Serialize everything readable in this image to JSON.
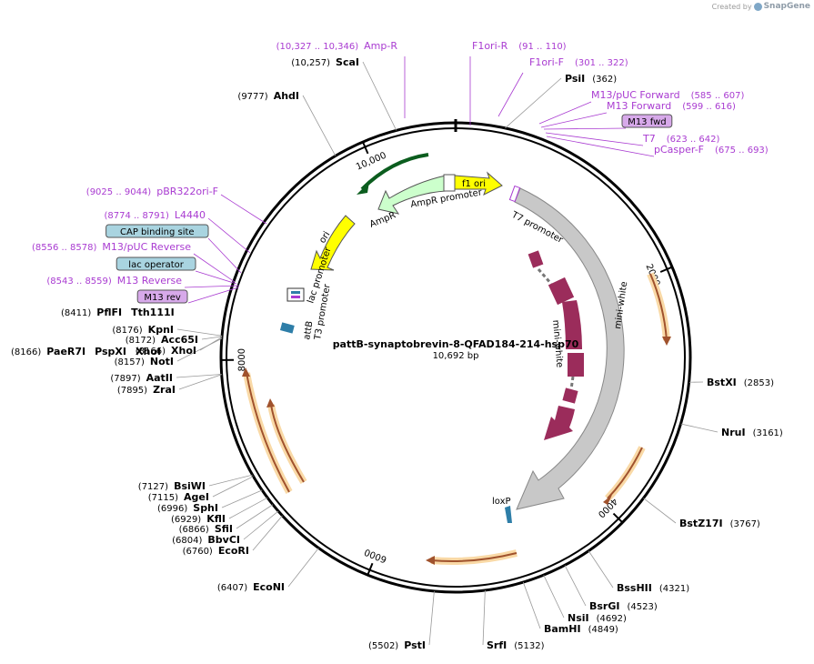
{
  "credit": {
    "prefix": "Created by",
    "brand": "SnapGene"
  },
  "map": {
    "name": "pattB-synaptobrevin-8-QFAD184-214-hsp70",
    "length_label": "10,692 bp",
    "length_bp": 10692
  },
  "ticks": [
    {
      "bp": 2000,
      "label": "2000"
    },
    {
      "bp": 4000,
      "label": "4000"
    },
    {
      "bp": 6000,
      "label": "6000"
    },
    {
      "bp": 8000,
      "label": "8000"
    },
    {
      "bp": 10000,
      "label": "10,000"
    }
  ],
  "sites_right": [
    {
      "name": "BstXI",
      "pos": "(2853)",
      "bp": 2853
    },
    {
      "name": "NruI",
      "pos": "(3161)",
      "bp": 3161
    },
    {
      "name": "BstZ17I",
      "pos": "(3767)",
      "bp": 3767
    },
    {
      "name": "BssHII",
      "pos": "(4321)",
      "bp": 4321
    },
    {
      "name": "BsrGI",
      "pos": "(4523)",
      "bp": 4523
    },
    {
      "name": "NsiI",
      "pos": "(4692)",
      "bp": 4692
    },
    {
      "name": "BamHI",
      "pos": "(4849)",
      "bp": 4849
    },
    {
      "name": "SrfI",
      "pos": "(5132)",
      "bp": 5132
    }
  ],
  "sites_bottom": [
    {
      "name": "PstI",
      "pos": "(5502)",
      "bp": 5502
    },
    {
      "name": "EcoNI",
      "pos": "(6407)",
      "bp": 6407
    }
  ],
  "sites_left": [
    {
      "name": "EcoRI",
      "pos": "(6760)",
      "bp": 6760
    },
    {
      "name": "BbvCI",
      "pos": "(6804)",
      "bp": 6804
    },
    {
      "name": "SfiI",
      "pos": "(6866)",
      "bp": 6866
    },
    {
      "name": "KflI",
      "pos": "(6929)",
      "bp": 6929
    },
    {
      "name": "SphI",
      "pos": "(6996)",
      "bp": 6996
    },
    {
      "name": "AgeI",
      "pos": "(7115)",
      "bp": 7115
    },
    {
      "name": "BsiWI",
      "pos": "(7127)",
      "bp": 7127
    },
    {
      "name": "ZraI",
      "pos": "(7895)",
      "bp": 7895
    },
    {
      "name": "AatII",
      "pos": "(7897)",
      "bp": 7897
    },
    {
      "name": "NotI",
      "pos": "(8157)",
      "bp": 8157
    },
    {
      "name": "XhoI",
      "pos": "(8166)",
      "bp": 8166
    },
    {
      "name": "Acc65I",
      "pos": "(8172)",
      "bp": 8172
    },
    {
      "name": "KpnI",
      "pos": "(8176)",
      "bp": 8176
    }
  ],
  "sites_top": [
    {
      "name": "AhdI",
      "pos": "(9777)",
      "bp": 9777
    },
    {
      "name": "ScaI",
      "pos": "(10,257)",
      "bp": 10257
    },
    {
      "name": "PsiI",
      "pos": "(362)",
      "bp": 362
    }
  ],
  "multi_sites": [
    {
      "pos": "(8166)",
      "names": [
        "PaeR7I",
        "PspXI",
        "XhoI"
      ]
    },
    {
      "pos": "(8411)",
      "names": [
        "PflFI",
        "Tth111I"
      ]
    }
  ],
  "primers_top": [
    {
      "name": "Amp-R",
      "range": "(10,327 .. 10,346)"
    },
    {
      "name": "F1ori-R",
      "range": "(91 .. 110)"
    },
    {
      "name": "F1ori-F",
      "range": "(301 .. 322)"
    },
    {
      "name": "M13/pUC Forward",
      "range": "(585 .. 607)"
    },
    {
      "name": "M13 Forward",
      "range": "(599 .. 616)"
    },
    {
      "name": "M13 fwd",
      "range": ""
    },
    {
      "name": "T7",
      "range": "(623 .. 642)"
    },
    {
      "name": "pCasper-F",
      "range": "(675 .. 693)"
    }
  ],
  "primers_left": [
    {
      "name": "pBR322ori-F",
      "range": "(9025 .. 9044)"
    },
    {
      "name": "L4440",
      "range": "(8774 .. 8791)"
    },
    {
      "name": "CAP binding site",
      "range": ""
    },
    {
      "name": "M13/pUC Reverse",
      "range": "(8556 .. 8578)"
    },
    {
      "name": "lac operator",
      "range": ""
    },
    {
      "name": "M13 Reverse",
      "range": "(8543 .. 8559)"
    },
    {
      "name": "M13 rev",
      "range": ""
    }
  ],
  "features": [
    {
      "name": "f1 ori",
      "color": "#ffff00"
    },
    {
      "name": "AmpR promoter",
      "color": "#ffffff"
    },
    {
      "name": "AmpR",
      "color": "#ccffcc"
    },
    {
      "name": "ori",
      "color": "#ffff00"
    },
    {
      "name": "lac promoter",
      "color": "#ffffff"
    },
    {
      "name": "T3 promoter",
      "color": "#ffffff"
    },
    {
      "name": "attB",
      "color": "#2e7ea8"
    },
    {
      "name": "T7 promoter",
      "color": "#ffffff"
    },
    {
      "name": "mini-white",
      "color": "#bbbbbb"
    },
    {
      "name": "mini-white",
      "color": "#9b2c5b"
    },
    {
      "name": "loxP",
      "color": "#2e7ea8"
    }
  ],
  "colors": {
    "primer": "#a93bd1",
    "feature_box_blue": "#a9d4e0",
    "feature_box_purple": "#d7a9ea",
    "orf_fill": "#f9d9a6",
    "orf_arrow": "#a0522d"
  }
}
